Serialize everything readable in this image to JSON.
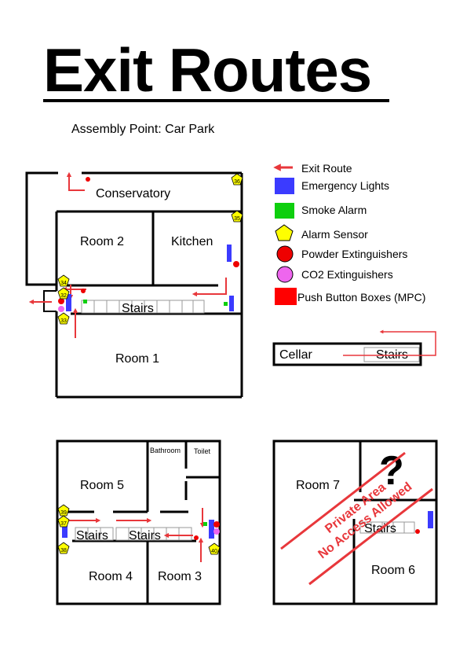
{
  "title": "Exit Routes",
  "assembly_point": "Assembly Point: Car Park",
  "legend": [
    {
      "label": "Exit Route",
      "icon": "exit-route-arrow-icon"
    },
    {
      "label": "Emergency Lights",
      "icon": "emergency-light-icon"
    },
    {
      "label": "Smoke Alarm",
      "icon": "smoke-alarm-icon"
    },
    {
      "label": "Alarm Sensor",
      "icon": "alarm-sensor-icon"
    },
    {
      "label": "Powder Extinguishers",
      "icon": "powder-extinguisher-icon"
    },
    {
      "label": "CO2 Extinguishers",
      "icon": "co2-extinguisher-icon"
    },
    {
      "label": "Push Button Boxes (MPC)",
      "icon": "push-button-box-icon"
    }
  ],
  "colors": {
    "exit_route": "#e8373b",
    "emergency_light": "#3b3bff",
    "smoke_alarm": "#0ecf0e",
    "alarm_sensor": "#ffff00",
    "powder_extinguisher": "#ee0000",
    "co2_extinguisher": "#ee66ee",
    "push_button": "#ff0000",
    "walls": "#000000"
  },
  "ground_floor": {
    "conservatory": "Conservatory",
    "room2": "Room 2",
    "kitchen": "Kitchen",
    "stairs": "Stairs",
    "room1": "Room 1",
    "sensors": [
      "36",
      "35",
      "34",
      "32",
      "33"
    ]
  },
  "cellar": {
    "label": "Cellar",
    "stairs": "Stairs"
  },
  "first_floor": {
    "bathroom": "Bathroom",
    "toilet": "Toilet",
    "room5": "Room 5",
    "stairs_left": "Stairs",
    "stairs_right": "Stairs",
    "room4": "Room 4",
    "room3": "Room 3",
    "sensors": [
      "39",
      "37",
      "38",
      "40"
    ]
  },
  "top_floor": {
    "room7": "Room 7",
    "question": "?",
    "stairs": "Stairs",
    "room6": "Room 6",
    "warning_line1": "Private Area",
    "warning_line2": "No Access Allowed"
  }
}
